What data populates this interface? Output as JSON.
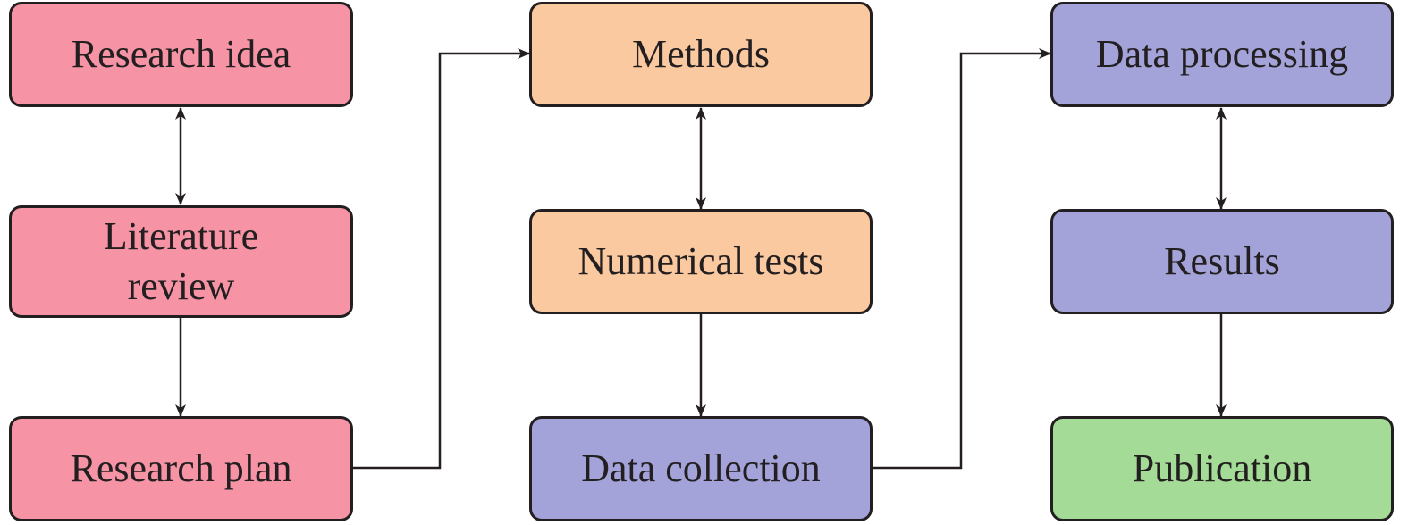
{
  "colors": {
    "pink": "#f694a6",
    "peach": "#fbc9a0",
    "lavender": "#a3a3da",
    "green": "#a4db96",
    "line": "#231f20"
  },
  "nodes": {
    "research_idea": "Research idea",
    "literature_review": "Literature\nreview",
    "research_plan": "Research plan",
    "methods": "Methods",
    "numerical_tests": "Numerical tests",
    "data_collection": "Data collection",
    "data_processing": "Data processing",
    "results": "Results",
    "publication": "Publication"
  },
  "edges": [
    {
      "from": "research_idea",
      "to": "literature_review",
      "bidirectional": true
    },
    {
      "from": "literature_review",
      "to": "research_plan",
      "bidirectional": false
    },
    {
      "from": "research_plan",
      "to": "methods",
      "bidirectional": false
    },
    {
      "from": "methods",
      "to": "numerical_tests",
      "bidirectional": true
    },
    {
      "from": "numerical_tests",
      "to": "data_collection",
      "bidirectional": false
    },
    {
      "from": "data_collection",
      "to": "data_processing",
      "bidirectional": false
    },
    {
      "from": "data_processing",
      "to": "results",
      "bidirectional": true
    },
    {
      "from": "results",
      "to": "publication",
      "bidirectional": false
    }
  ]
}
